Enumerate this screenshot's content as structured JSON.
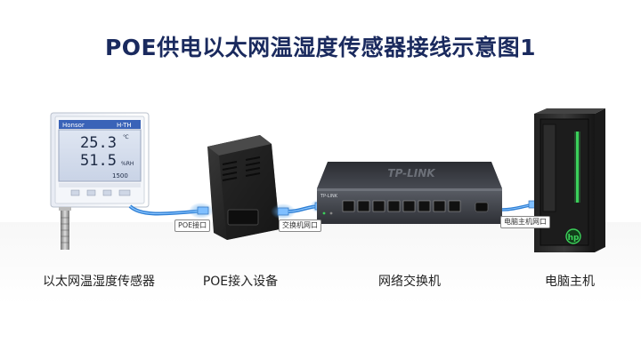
{
  "title": "POE供电以太网温湿度传感器接线示意图1",
  "sensor": {
    "brand": "Honsor",
    "model": "H-TH",
    "temperature": "25.3",
    "temp_unit": "℃",
    "humidity": "51.5",
    "humidity_unit": "%RH",
    "co2": "1500",
    "caption": "以太网温湿度传感器"
  },
  "poe_injector": {
    "port_label": "POE接口",
    "caption": "POE接入设备"
  },
  "switch": {
    "brand": "TP-LINK",
    "port_label": "交换机网口",
    "caption": "网络交换机"
  },
  "pc": {
    "port_label": "电脑主机网口",
    "caption": "电脑主机"
  },
  "colors": {
    "title": "#1a2a5e",
    "cable": "#3a8fe0",
    "pc_accent": "#3bd15a"
  }
}
